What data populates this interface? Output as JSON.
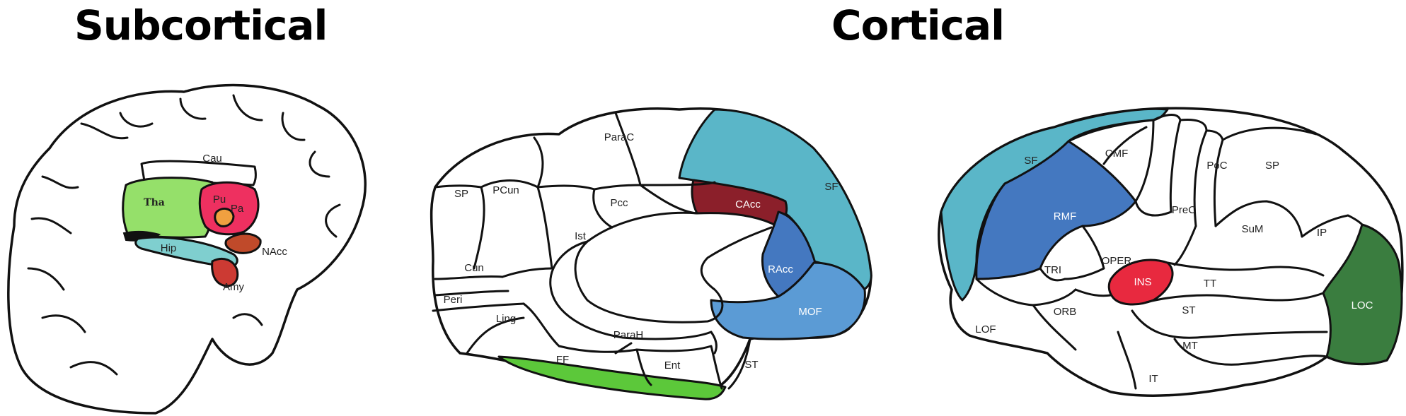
{
  "titles": {
    "subcortical": "Subcortical",
    "cortical": "Cortical"
  },
  "colors": {
    "light_green": "#95e06a",
    "pink": "#ee3060",
    "orange": "#f0a040",
    "rust": "#c04a2a",
    "brick": "#cc3a33",
    "teal": "#7fcfcf",
    "cyan": "#5ab6c8",
    "dark_red": "#8b1f2a",
    "mid_blue": "#4478c0",
    "light_blue": "#5b9bd5",
    "green": "#5cc83a",
    "red": "#e8293f",
    "dark_green": "#3a7d3f"
  },
  "subcortical": {
    "labels": {
      "cau": "Cau",
      "tha": "Tha",
      "pu": "Pu",
      "pa": "Pa",
      "hip": "Hip",
      "nacc": "NAcc",
      "amy": "Amy"
    }
  },
  "medial": {
    "labels": {
      "parac": "ParaC",
      "sf": "SF",
      "sp": "SP",
      "pcun": "PCun",
      "pcc": "Pcc",
      "cacc": "CAcc",
      "ist": "Ist",
      "racc": "RAcc",
      "cun": "Cun",
      "peri": "Peri",
      "ling": "Ling",
      "mof": "MOF",
      "parah": "ParaH",
      "ff": "FF",
      "ent": "Ent",
      "st": "ST"
    }
  },
  "lateral": {
    "labels": {
      "sf": "SF",
      "cmf": "CMF",
      "poc": "PoC",
      "sp": "SP",
      "prec": "PreC",
      "rmf": "RMF",
      "sum": "SuM",
      "ip": "IP",
      "tri": "TRI",
      "oper": "OPER",
      "ins": "INS",
      "tt": "TT",
      "loc": "LOC",
      "lof": "LOF",
      "orb": "ORB",
      "st": "ST",
      "mt": "MT",
      "it": "IT"
    }
  }
}
